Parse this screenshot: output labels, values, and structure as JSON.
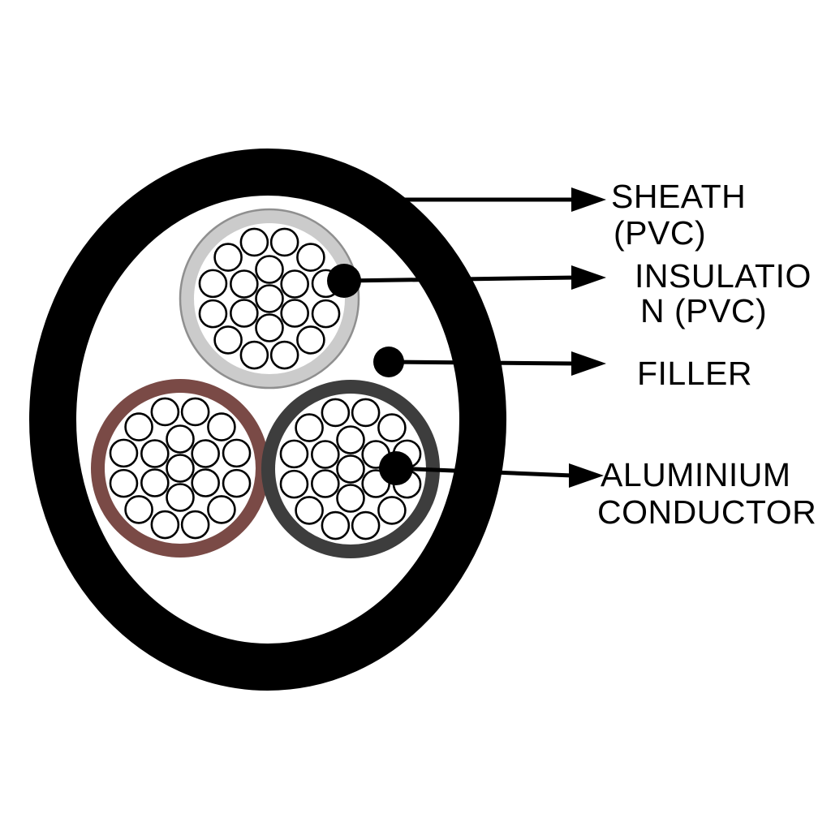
{
  "figure": {
    "type": "cable-cross-section",
    "core_count": 3,
    "strands_per_core": 19
  },
  "colors": {
    "background": "#ffffff",
    "sheath": "#000000",
    "line": "#000000",
    "top_core_ring": "#cbcbcb",
    "top_core_edge": "#8f8f8f",
    "left_core_ring": "#7a4a46",
    "right_core_ring": "#3d3d3d",
    "strand_fill": "#ffffff"
  },
  "labels": {
    "sheath_line1": "SHEATH",
    "sheath_line2": "(PVC)",
    "insulation_line1": "INSULATIO",
    "insulation_line2": "N (PVC)",
    "filler": "FILLER",
    "conductor_line1": "ALUMINIUM",
    "conductor_line2": "CONDUCTOR"
  }
}
